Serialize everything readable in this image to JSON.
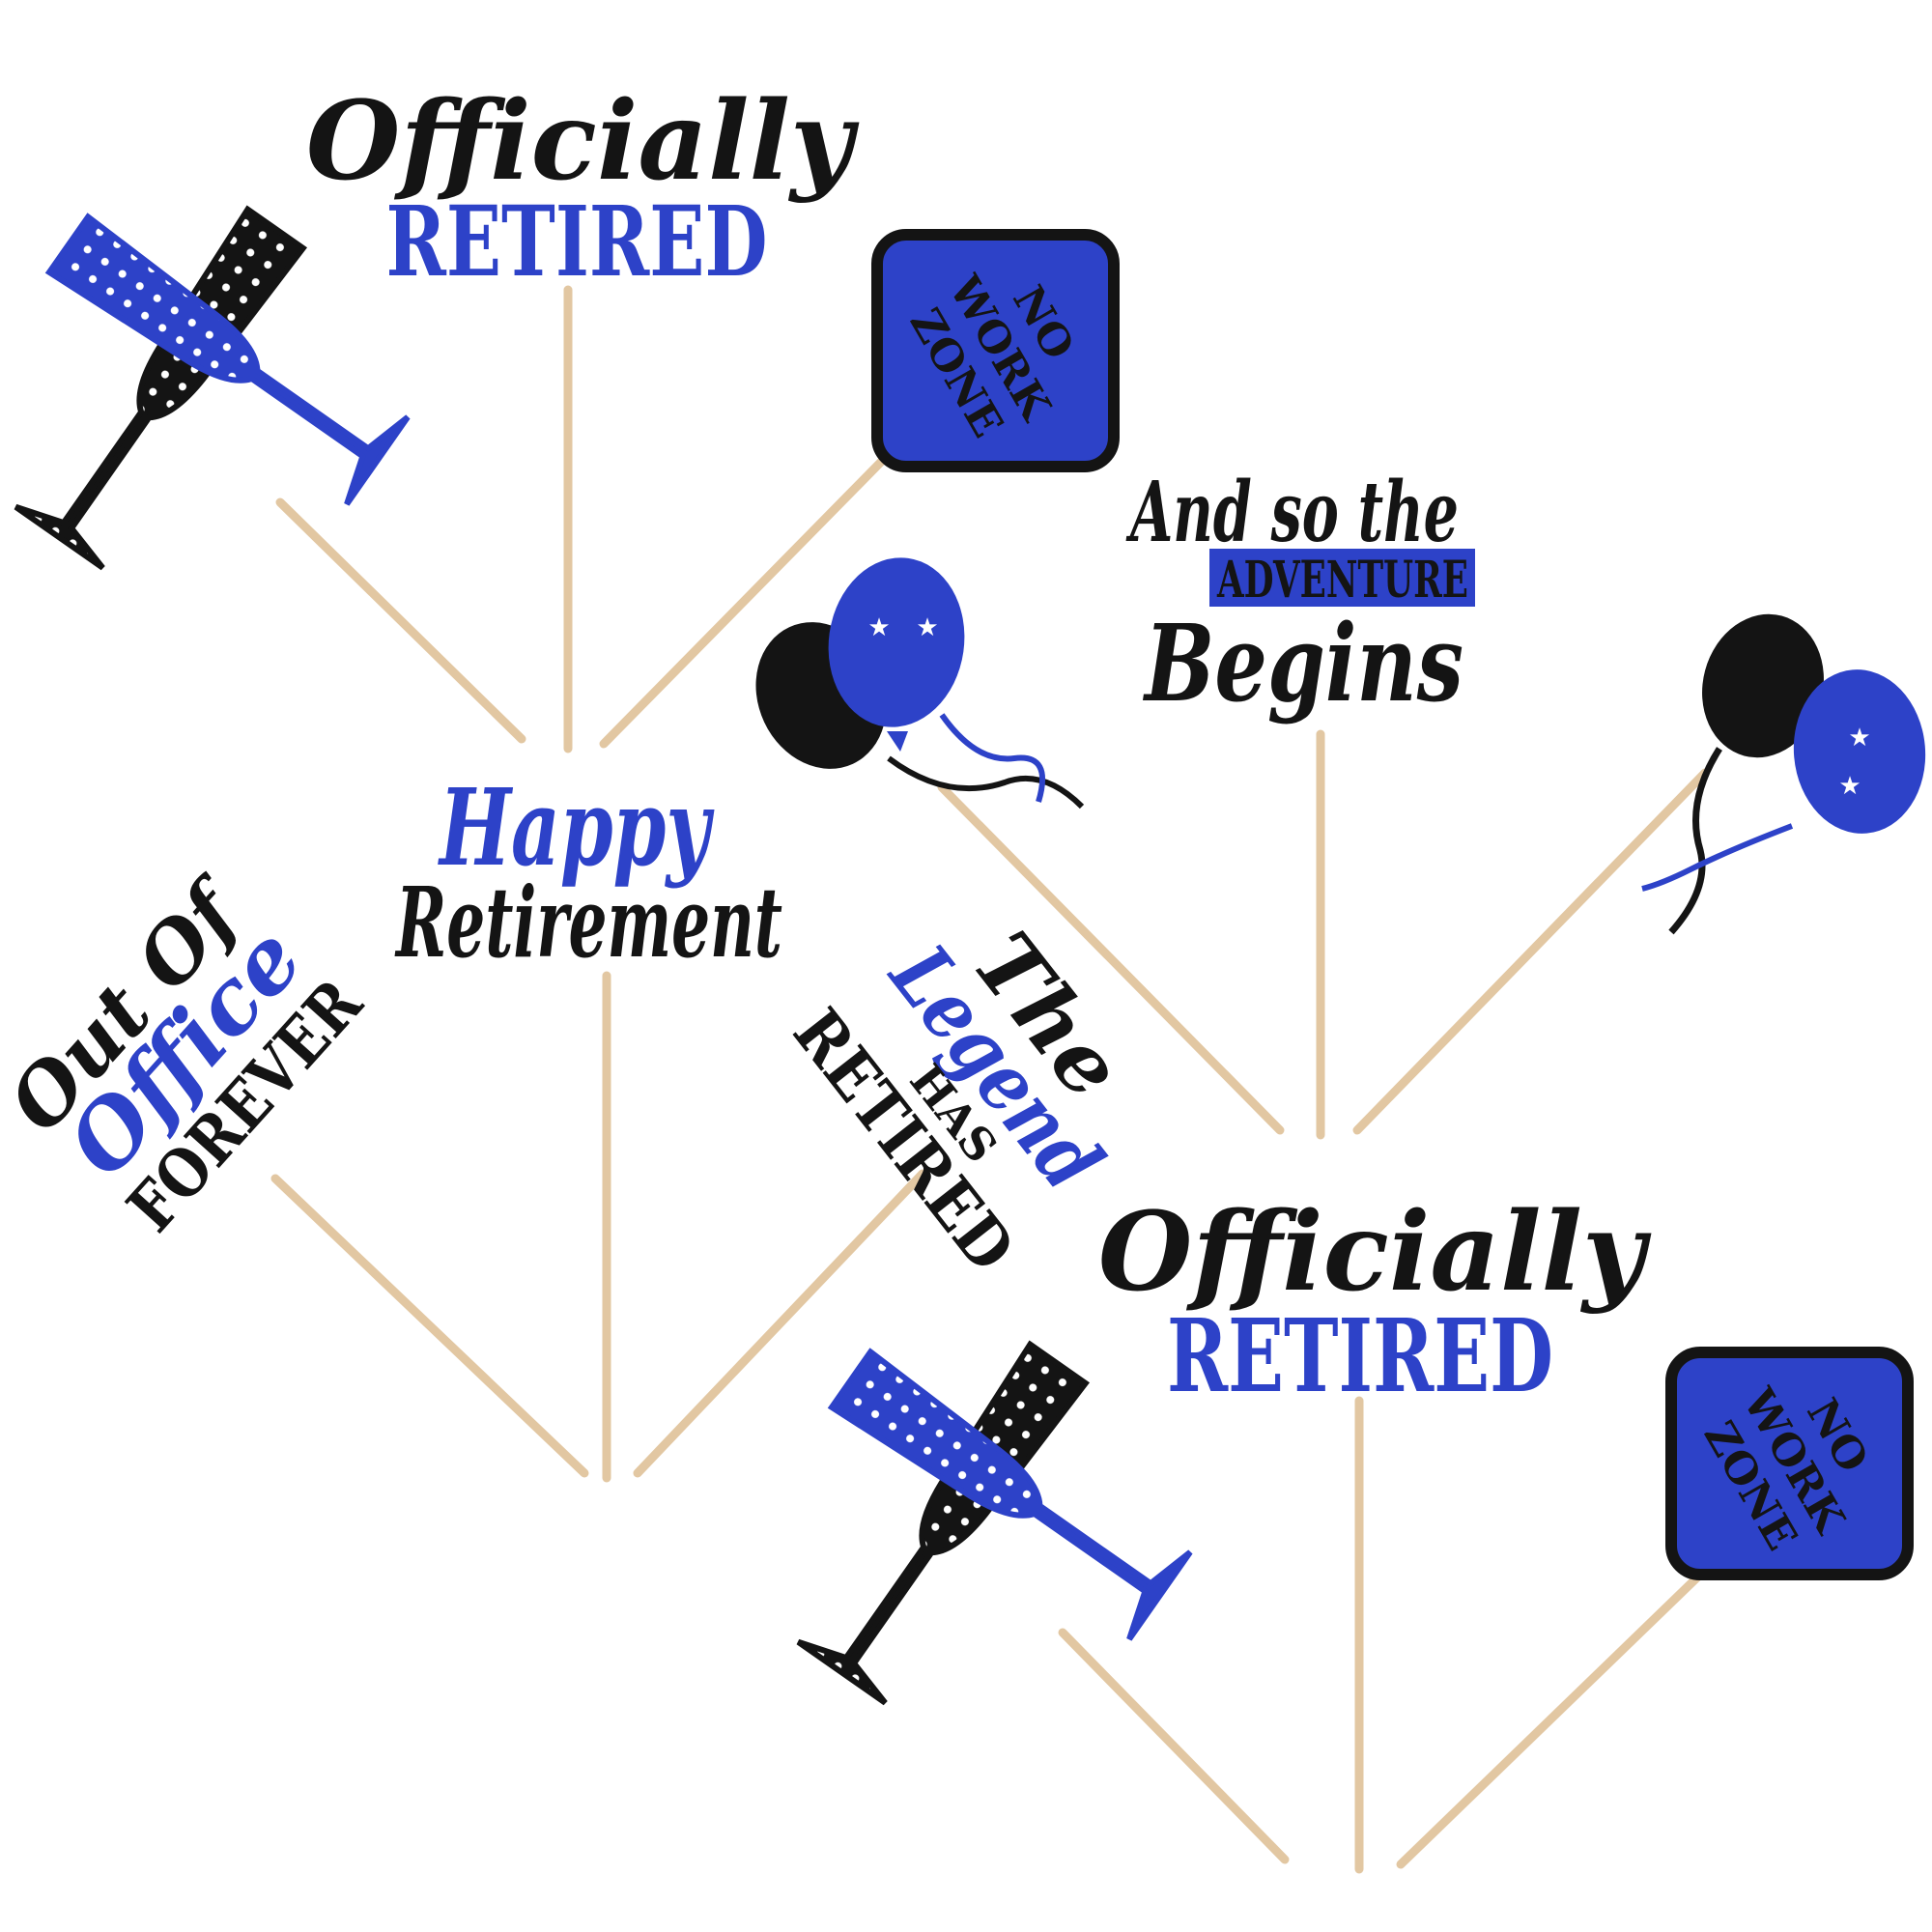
{
  "colors": {
    "blue": "#2d42c8",
    "black": "#141414",
    "stick": "#e2c7a2",
    "background": "#ffffff"
  },
  "toppers": {
    "officially_retired_1": {
      "line1": "Officially",
      "line2": "RETIRED"
    },
    "no_work_zone_1": {
      "line1": "NO",
      "line2": "WORK",
      "line3": "ZONE"
    },
    "and_so_the_adventure": {
      "line1": "And so the",
      "line2": "ADVENTURE",
      "line3": "Begins"
    },
    "happy_retirement": {
      "line1": "Happy",
      "line2": "Retirement"
    },
    "out_of_office": {
      "line1": "Out Of",
      "line2": "Office",
      "line3": "FOREVER"
    },
    "legend_retired": {
      "line1": "The",
      "line2": "Legend",
      "line3": "HAS",
      "line4": "RETIRED"
    },
    "officially_retired_2": {
      "line1": "Officially",
      "line2": "RETIRED"
    },
    "no_work_zone_2": {
      "line1": "NO",
      "line2": "WORK",
      "line3": "ZONE"
    }
  },
  "icons": [
    "champagne-glasses-icon",
    "balloons-icon",
    "star-icon"
  ]
}
